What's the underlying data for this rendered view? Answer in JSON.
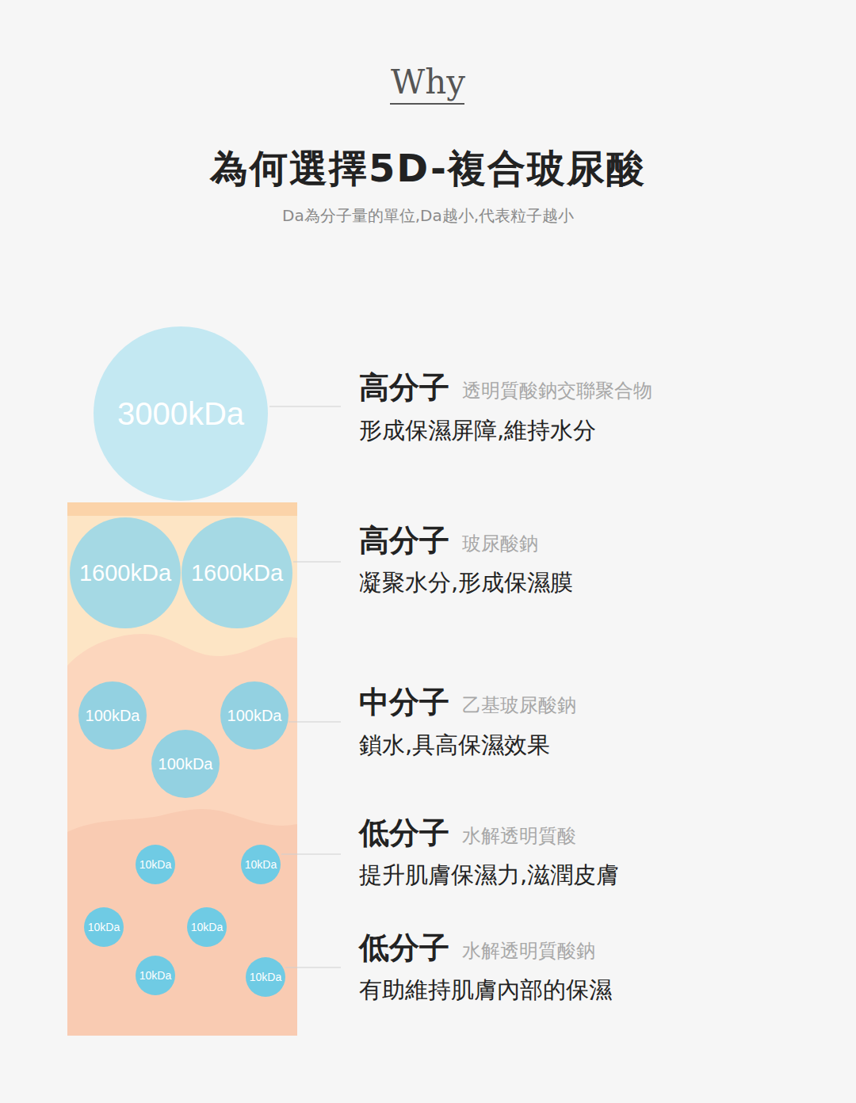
{
  "diagram": {
    "title": "為何選擇5D-複合玻尿酸",
    "nodes": [
      {
        "text": [
          "3000kDa"
        ]
      },
      {
        "text": [
          "1600kDa"
        ]
      },
      {
        "text": [
          "1600kDa"
        ]
      },
      {
        "text": [
          "100kDa"
        ]
      },
      {
        "text": [
          "100kDa"
        ]
      },
      {
        "text": [
          "100kDa"
        ]
      },
      {
        "text": [
          "10kDa"
        ]
      },
      {
        "text": [
          "10kDa"
        ]
      },
      {
        "text": [
          "10kDa"
        ]
      },
      {
        "text": [
          "10kDa"
        ]
      },
      {
        "text": [
          "10kDa"
        ]
      },
      {
        "text": [
          "10kDa"
        ]
      }
    ],
    "labels": [
      "Why",
      "Da為分子量的單位,Da越小,代表粒子越小",
      "高分子",
      "透明質酸鈉交聯聚合物",
      "形成保濕屏障,維持水分",
      "高分子",
      "玻尿酸鈉",
      "凝聚水分,形成保濕膜",
      "中分子",
      "乙基玻尿酸鈉",
      "鎖水,具高保濕效果",
      "低分子",
      "水解透明質酸",
      "提升肌膚保濕力,滋潤皮膚",
      "低分子",
      "水解透明質酸鈉",
      "有助維持肌膚內部的保濕"
    ]
  }
}
